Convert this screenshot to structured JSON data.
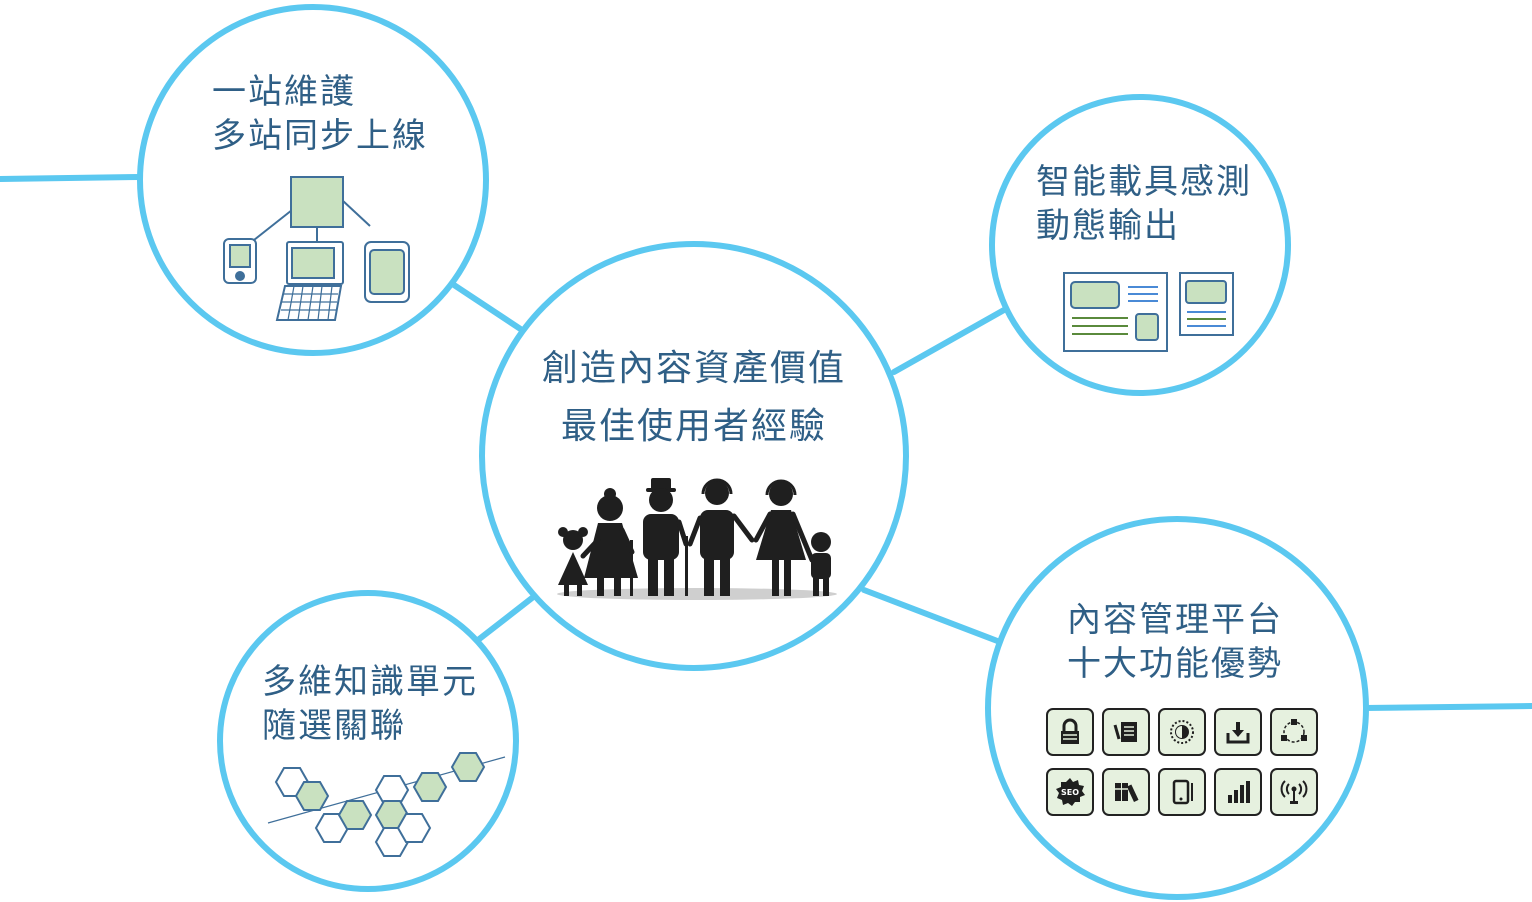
{
  "colors": {
    "ring": "#5bc8f0",
    "label_text": "#2f5f86",
    "fill_green": "#c9e1c0",
    "stroke_blue": "#3f6f9a",
    "silhouette": "#1f1f1f",
    "icon_bg": "#e6f1df"
  },
  "center": {
    "line1": "創造內容資產價值",
    "line2": "最佳使用者經驗",
    "illustration": "family-silhouette-icon"
  },
  "top_left": {
    "line1": "一站維護",
    "line2": "多站同步上線",
    "illustration": "multi-device-network-icon"
  },
  "top_right": {
    "line1": "智能載具感測",
    "line2": "動態輸出",
    "illustration": "responsive-layout-icon"
  },
  "bottom_left": {
    "line1": "多維知識單元",
    "line2": "隨選關聯",
    "illustration": "hexagon-network-icon"
  },
  "bottom_right": {
    "line1": "內容管理平台",
    "line2": "十大功能優勢",
    "icons": [
      "lock-icon",
      "news-icon",
      "brightness-icon",
      "download-icon",
      "workflow-icon",
      "seo-icon",
      "archive-icon",
      "mobile-icon",
      "bar-chart-icon",
      "broadcast-icon"
    ],
    "seo_text": "SEO"
  }
}
